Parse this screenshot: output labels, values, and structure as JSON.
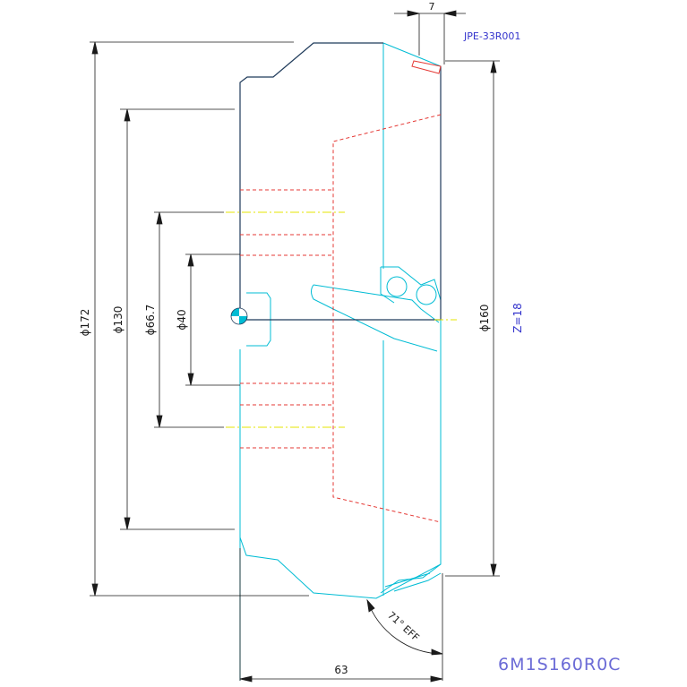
{
  "colors": {
    "outline_dark": "#1f3a5a",
    "cyan": "#00bcd4",
    "red_dashed": "#e53935",
    "yellow_center": "#e6e600",
    "dimension": "#1a1a1a",
    "blue_label": "#3333cc",
    "code_label": "#6b6bd6"
  },
  "labels": {
    "insert_code": "JPE-33R001",
    "teeth": "Z=18",
    "part_code": "6M1S160R0C",
    "angle": "71° EFF"
  },
  "dimensions": {
    "d172": "ϕ172",
    "d130": "ϕ130",
    "d66_7": "ϕ66.7",
    "d40": "ϕ40",
    "d160": "ϕ160",
    "height_63": "63",
    "width_7": "7"
  }
}
